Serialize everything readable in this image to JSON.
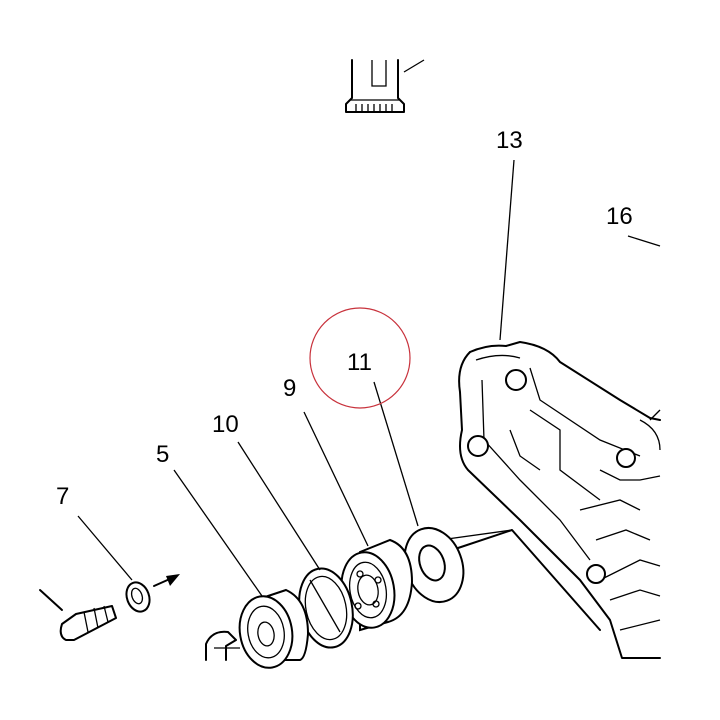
{
  "callouts": {
    "c13": "13",
    "c16": "16",
    "c11": "11",
    "c9": "9",
    "c10": "10",
    "c5": "5",
    "c7": "7"
  },
  "highlight_color": "#c8323c"
}
